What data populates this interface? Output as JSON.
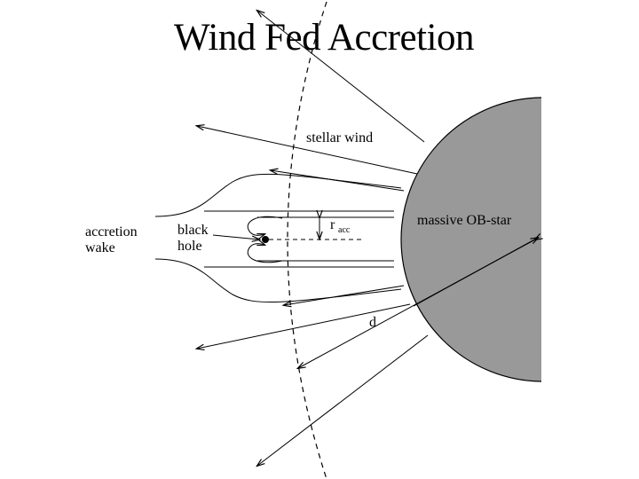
{
  "slide": {
    "title": "Wind Fed Accretion"
  },
  "diagram": {
    "labels": {
      "stellar_wind": "stellar wind",
      "accretion": "accretion",
      "wake": "wake",
      "black": "black",
      "hole": "hole",
      "r": "r",
      "r_subscript": "acc",
      "star": "massive OB-star",
      "d": "d"
    },
    "colors": {
      "star_fill": "#999999",
      "ink": "#000000",
      "background": "#ffffff"
    }
  }
}
